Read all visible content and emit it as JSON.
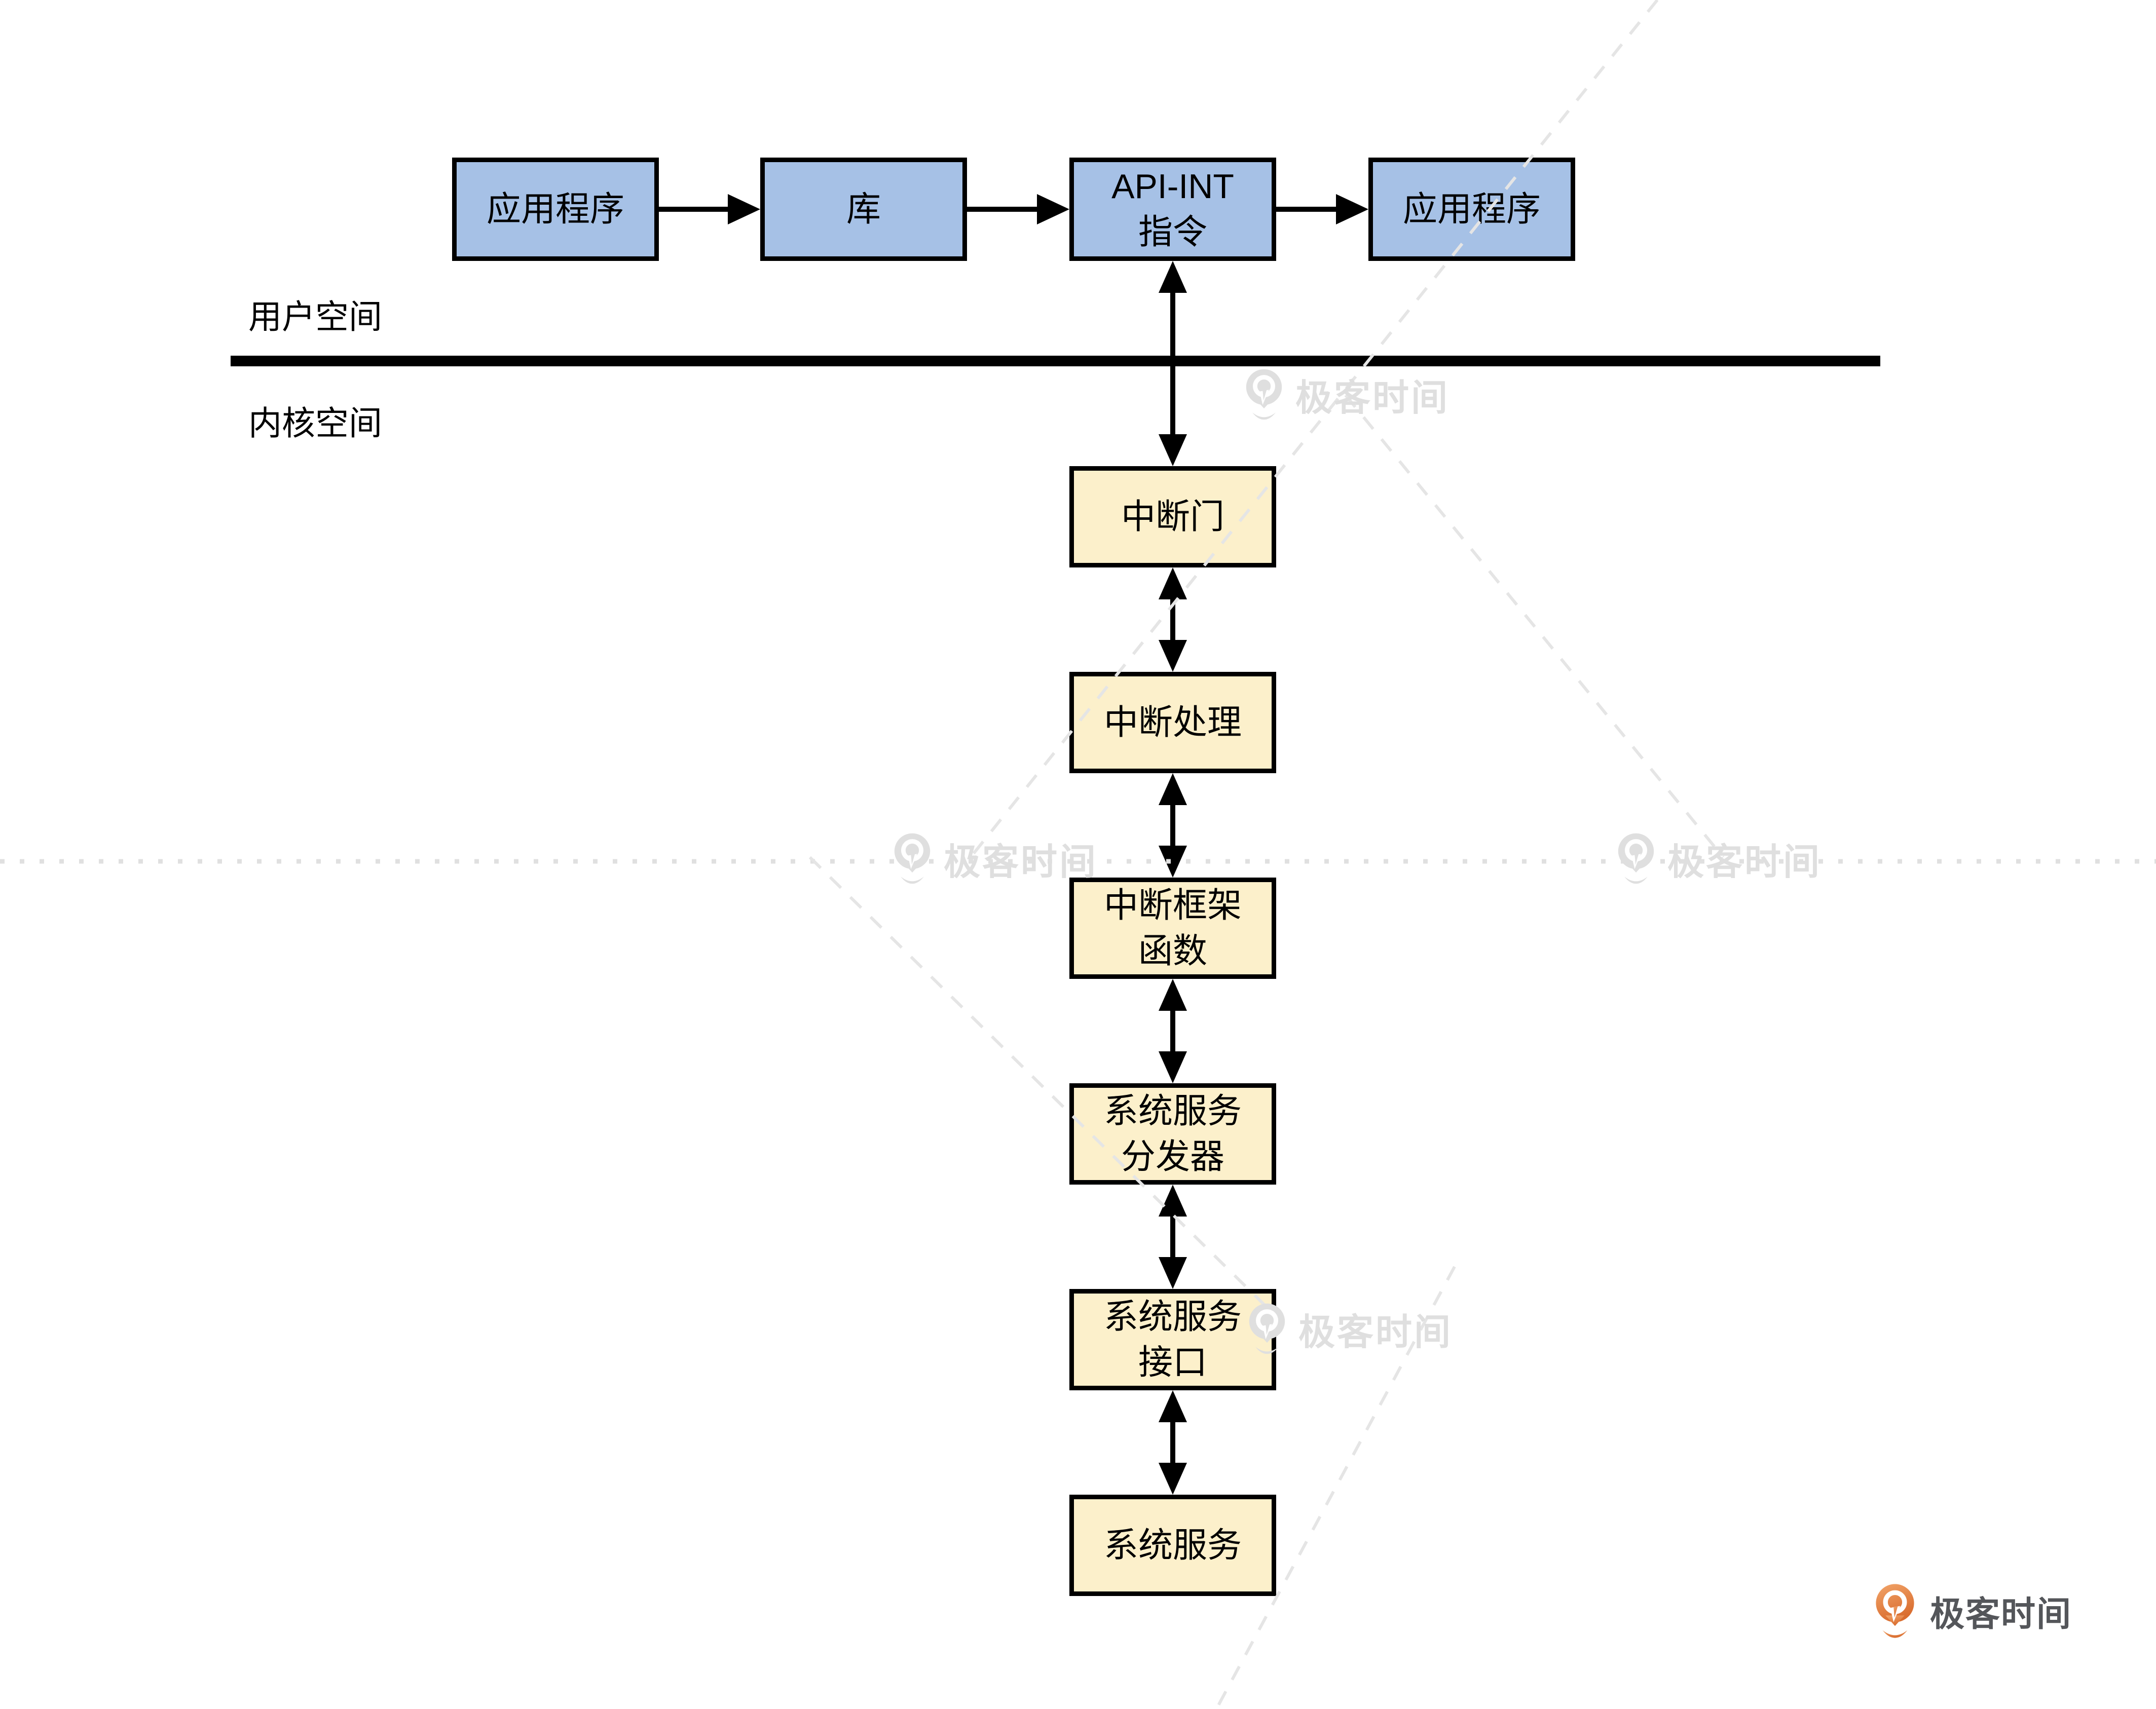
{
  "labels": {
    "user_space": "用户空间",
    "kernel_space": "内核空间"
  },
  "top_row": [
    {
      "lines": [
        "应用程序",
        ""
      ]
    },
    {
      "lines": [
        "库",
        ""
      ]
    },
    {
      "lines": [
        "API-INT",
        "指令"
      ]
    },
    {
      "lines": [
        "应用程序",
        ""
      ]
    }
  ],
  "kernel_chain": [
    {
      "lines": [
        "中断门",
        ""
      ]
    },
    {
      "lines": [
        "中断处理",
        ""
      ]
    },
    {
      "lines": [
        "中断框架",
        "函数"
      ]
    },
    {
      "lines": [
        "系统服务",
        "分发器"
      ]
    },
    {
      "lines": [
        "系统服务",
        "接口"
      ]
    },
    {
      "lines": [
        "系统服务",
        ""
      ]
    }
  ],
  "watermark": {
    "brand": "极客时间",
    "icon": "geektime-pin-icon"
  },
  "footer": {
    "brand": "极客时间",
    "icon": "geektime-pin-icon"
  },
  "colors": {
    "user_space_box": "#a6c1e6",
    "kernel_box": "#fcf0cb",
    "box_border": "#000000",
    "divider": "#000000",
    "arrow": "#000000",
    "watermark_gray": "#dfdfdf",
    "logo_orange": "#e07b3a",
    "logo_text_gray": "#54565a"
  }
}
